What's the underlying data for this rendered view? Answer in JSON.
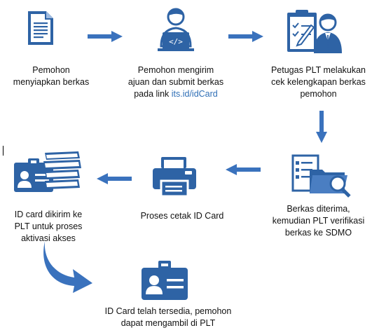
{
  "colors": {
    "icon_blue": "#2e63a5",
    "icon_light": "#4a7ec2",
    "arrow_blue": "#3a72bd",
    "link_blue": "#2f6fb6"
  },
  "steps": [
    {
      "id": "step-1",
      "icon": "document-icon",
      "lines": [
        "Pemohon",
        "menyiapkan berkas"
      ]
    },
    {
      "id": "step-2",
      "icon": "person-laptop-icon",
      "lines": [
        "Pemohon mengirim",
        "ajuan dan submit berkas"
      ],
      "line3_prefix": "pada link ",
      "link_text": "its.id/idCard"
    },
    {
      "id": "step-3",
      "icon": "clipboard-officer-icon",
      "lines": [
        "Petugas PLT melakukan",
        "cek kelengkapan berkas",
        "pemohon"
      ]
    },
    {
      "id": "step-4",
      "icon": "checklist-folder-search-icon",
      "lines": [
        "Berkas diterima,",
        "kemudian PLT verifikasi",
        "berkas ke SDMO"
      ]
    },
    {
      "id": "step-5",
      "icon": "printer-icon",
      "lines": [
        "Proses cetak ID Card"
      ]
    },
    {
      "id": "step-6",
      "icon": "id-card-books-icon",
      "lines": [
        "ID card dikirim ke",
        "PLT untuk proses",
        "aktivasi akses"
      ]
    },
    {
      "id": "step-7",
      "icon": "id-card-icon",
      "lines": [
        "ID Card telah tersedia, pemohon",
        "dapat mengambil di PLT"
      ]
    }
  ]
}
